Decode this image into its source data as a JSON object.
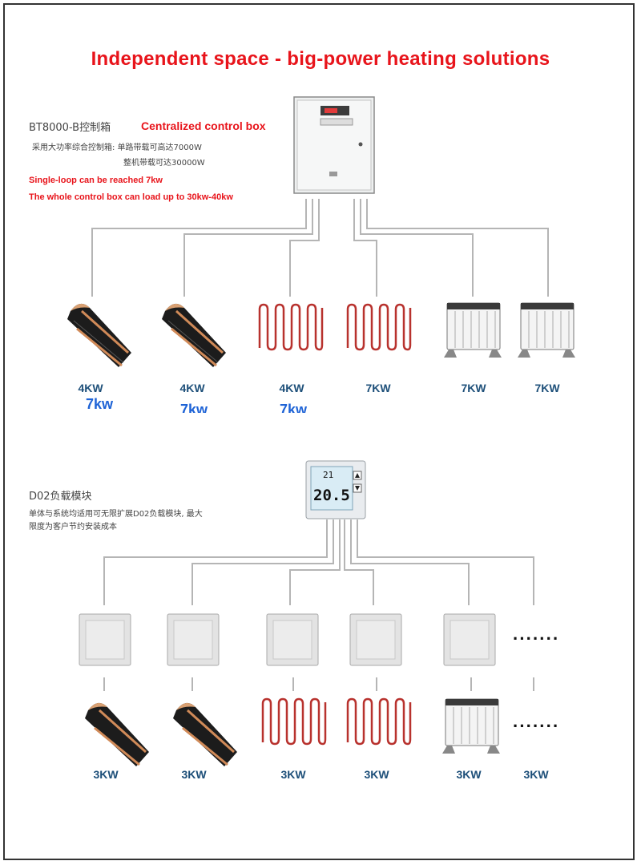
{
  "title": "Independent space - big-power heating solutions",
  "top_box": {
    "model_cn": "BT8000-B控制箱",
    "label_en": "Centralized control box",
    "desc_cn_1": "采用大功率综合控制箱: 单路带载可高达7000W",
    "desc_cn_2": "整机带载可达30000W",
    "note_1": "Single-loop can be reached 7kw",
    "note_2": "The whole control box can load up to 30kw-40kw"
  },
  "top_loads": [
    {
      "type": "heating-film",
      "power": "4KW",
      "alt_power": "7kw"
    },
    {
      "type": "heating-film",
      "power": "4KW",
      "alt_power": "7kw"
    },
    {
      "type": "heating-cable",
      "power": "4KW",
      "alt_power": "7kw"
    },
    {
      "type": "heating-cable",
      "power": "7KW"
    },
    {
      "type": "radiator",
      "power": "7KW"
    },
    {
      "type": "radiator",
      "power": "7KW"
    }
  ],
  "thermostat": {
    "temp_small": "21",
    "temp_big": "20.5"
  },
  "bottom_module": {
    "model_cn": "D02负载模块",
    "desc_cn_1": "单体与系统均适用可无限扩展D02负载模块, 最大",
    "desc_cn_2": "限度为客户节约安装成本"
  },
  "bottom_loads": [
    {
      "type": "heating-film",
      "power": "3KW"
    },
    {
      "type": "heating-film",
      "power": "3KW"
    },
    {
      "type": "heating-cable",
      "power": "3KW"
    },
    {
      "type": "heating-cable",
      "power": "3KW"
    },
    {
      "type": "radiator",
      "power": "3KW"
    },
    {
      "type": "more",
      "power": "3KW"
    }
  ],
  "ellipsis": "·······",
  "colors": {
    "title": "#e8141b",
    "power_label": "#1d4f79",
    "alt_power": "#1e63d6",
    "cable": "#b8322e",
    "wire": "#b7b7b7"
  }
}
